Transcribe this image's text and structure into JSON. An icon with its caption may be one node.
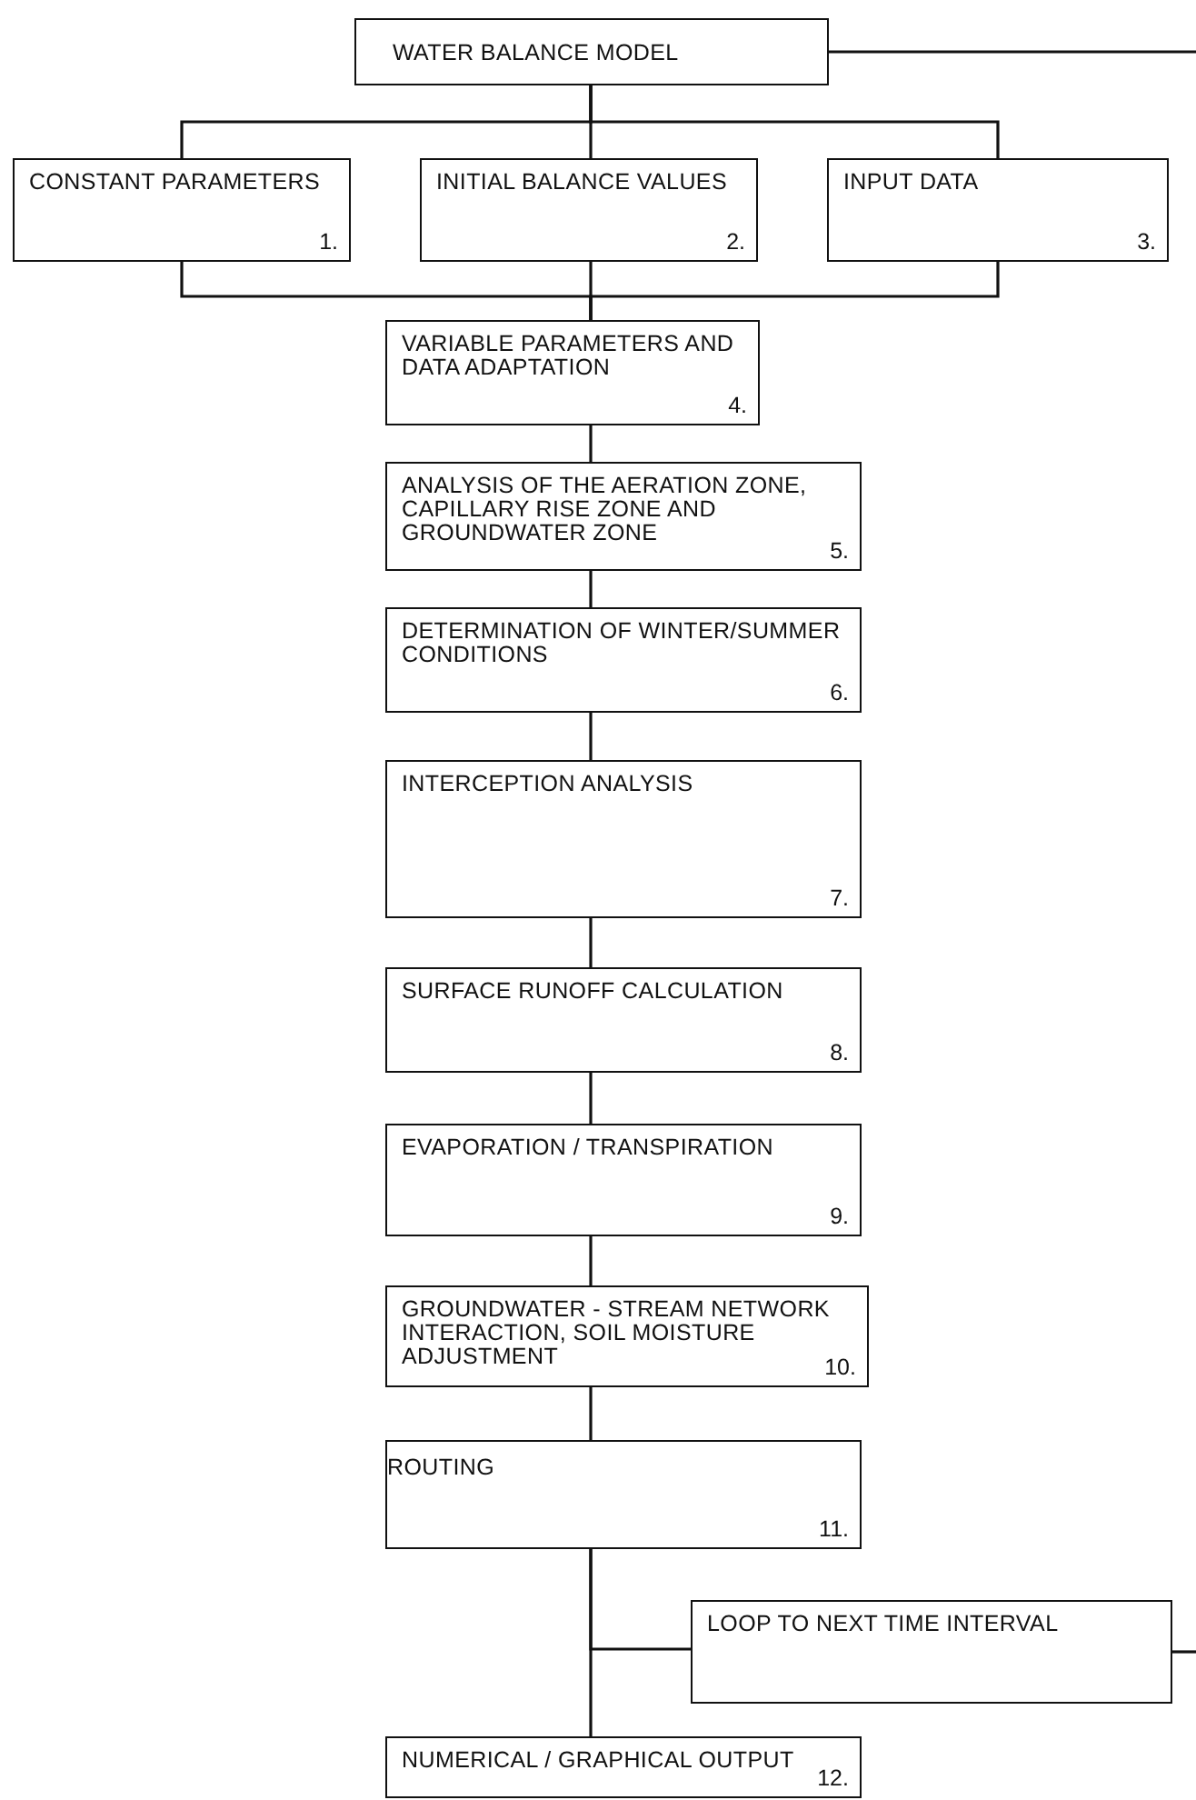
{
  "diagram": {
    "nodes": [
      {
        "text": [
          "WATER BALANCE MODEL"
        ]
      },
      {
        "text": [
          "CONSTANT PARAMETERS",
          "1."
        ]
      },
      {
        "text": [
          "INITIAL BALANCE VALUES",
          "2."
        ]
      },
      {
        "text": [
          "INPUT DATA",
          "3."
        ]
      },
      {
        "text": [
          "VARIABLE PARAMETERS AND DATA ADAPTATION",
          "4."
        ]
      },
      {
        "text": [
          "ANALYSIS OF THE AERATION ZONE, CAPILLARY RISE ZONE AND GROUNDWATER ZONE",
          "5."
        ]
      },
      {
        "text": [
          "DETERMINATION OF WINTER/SUMMER CONDITIONS",
          "6."
        ]
      },
      {
        "text": [
          "INTERCEPTION ANALYSIS",
          "7."
        ]
      },
      {
        "text": [
          "SURFACE RUNOFF CALCULATION",
          "8."
        ]
      },
      {
        "text": [
          "EVAPORATION / TRANSPIRATION",
          "9."
        ]
      },
      {
        "text": [
          "GROUNDWATER - STREAM NETWORK INTERACTION, SOIL MOISTURE ADJUSTMENT",
          "10."
        ]
      },
      {
        "text": [
          "ROUTING",
          "11."
        ]
      },
      {
        "text": [
          "LOOP TO NEXT TIME INTERVAL"
        ]
      },
      {
        "text": [
          "NUMERICAL / GRAPHICAL OUTPUT",
          "12."
        ]
      }
    ],
    "edges": [
      {
        "from": 0,
        "to": 1,
        "arrow": "none"
      },
      {
        "from": 0,
        "to": 2,
        "arrow": "none"
      },
      {
        "from": 0,
        "to": 3,
        "arrow": "none"
      },
      {
        "from": 1,
        "to": 4,
        "arrow": "none"
      },
      {
        "from": 2,
        "to": 4,
        "arrow": "none"
      },
      {
        "from": 3,
        "to": 4,
        "arrow": "none"
      },
      {
        "from": 4,
        "to": 5,
        "arrow": "none"
      },
      {
        "from": 5,
        "to": 6,
        "arrow": "none"
      },
      {
        "from": 6,
        "to": 7,
        "arrow": "none"
      },
      {
        "from": 7,
        "to": 8,
        "arrow": "none"
      },
      {
        "from": 8,
        "to": 9,
        "arrow": "none"
      },
      {
        "from": 9,
        "to": 10,
        "arrow": "none"
      },
      {
        "from": 10,
        "to": 11,
        "arrow": "none"
      },
      {
        "from": 11,
        "to": 12,
        "arrow": "none"
      },
      {
        "from": 11,
        "to": 13,
        "arrow": "none"
      },
      {
        "from": 0,
        "to": null,
        "arrow": "none"
      },
      {
        "from": 12,
        "to": null,
        "arrow": "none"
      }
    ]
  }
}
